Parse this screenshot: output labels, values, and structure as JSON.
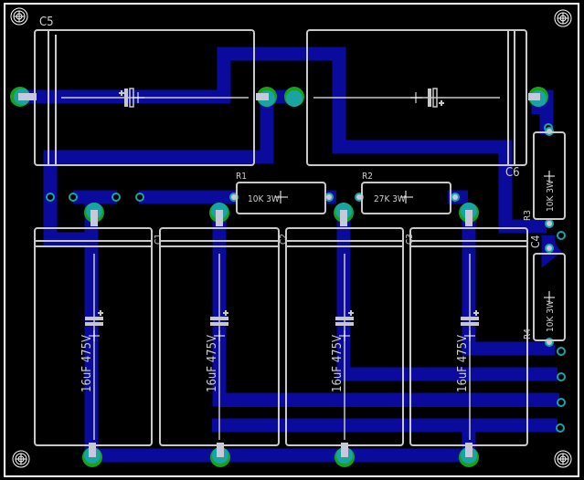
{
  "board": {
    "title": "PCB layout - capacitor bank power supply",
    "colors": {
      "background": "#000000",
      "outline": "#ffffff",
      "copper": "#0a0a9c",
      "silkscreen": "#c8c8c8",
      "pad_outer": "#17a317",
      "pad_inner": "#1aa3a3",
      "drill": "#c8c8dc"
    }
  },
  "components": {
    "C5": {
      "ref": "C5"
    },
    "C6": {
      "ref": "C6"
    },
    "C1": {
      "ref": "C1",
      "value": "16uF 475V"
    },
    "C2": {
      "ref": "C2",
      "value": "16uF 475V"
    },
    "C3": {
      "ref": "C3",
      "value": "16uF 475V"
    },
    "C4": {
      "ref": "C4",
      "value": "16uF 475V"
    },
    "R1": {
      "ref": "R1",
      "value": "10K 3W"
    },
    "R2": {
      "ref": "R2",
      "value": "27K 3W"
    },
    "R3": {
      "ref": "R3",
      "value": "10K 3W"
    },
    "R4": {
      "ref": "R4",
      "value": "10K 3W"
    }
  },
  "mounting_holes": [
    "top-left",
    "top-right",
    "bottom-left",
    "bottom-right"
  ],
  "connector_pins": 5
}
